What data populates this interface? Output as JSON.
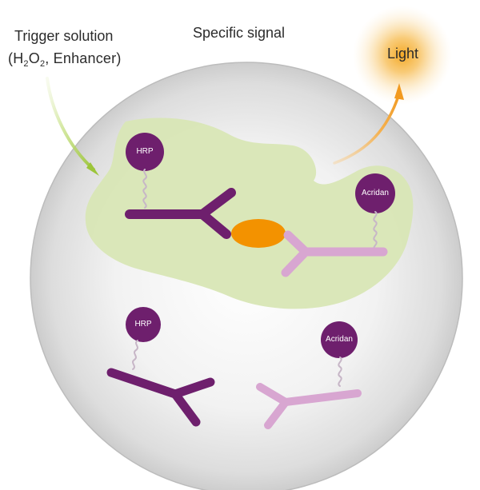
{
  "labels": {
    "trigger_line1": "Trigger solution",
    "trigger_line2_prefix": "(H",
    "trigger_line2_sub1": "2",
    "trigger_line2_mid": "O",
    "trigger_line2_sub2": "2",
    "trigger_line2_suffix": ", Enhancer)",
    "specific_signal": "Specific signal",
    "light": "Light"
  },
  "nodes": {
    "hrp_top": "HRP",
    "acridan_top": "Acridan",
    "hrp_bottom": "HRP",
    "acridan_bottom": "Acridan"
  },
  "colors": {
    "sphere_center": "#f7f7f7",
    "sphere_edge": "#b8b8b8",
    "signal_zone": "#d9e6b6",
    "hrp_antibody": "#6e1f6d",
    "acridan_antibody": "#d8a6d1",
    "antigen": "#f39200",
    "trigger_arrow": "#9fc73c",
    "light_arrow": "#f2a03d",
    "light_glow": "#f7b13a",
    "text": "#2b2b2b"
  }
}
